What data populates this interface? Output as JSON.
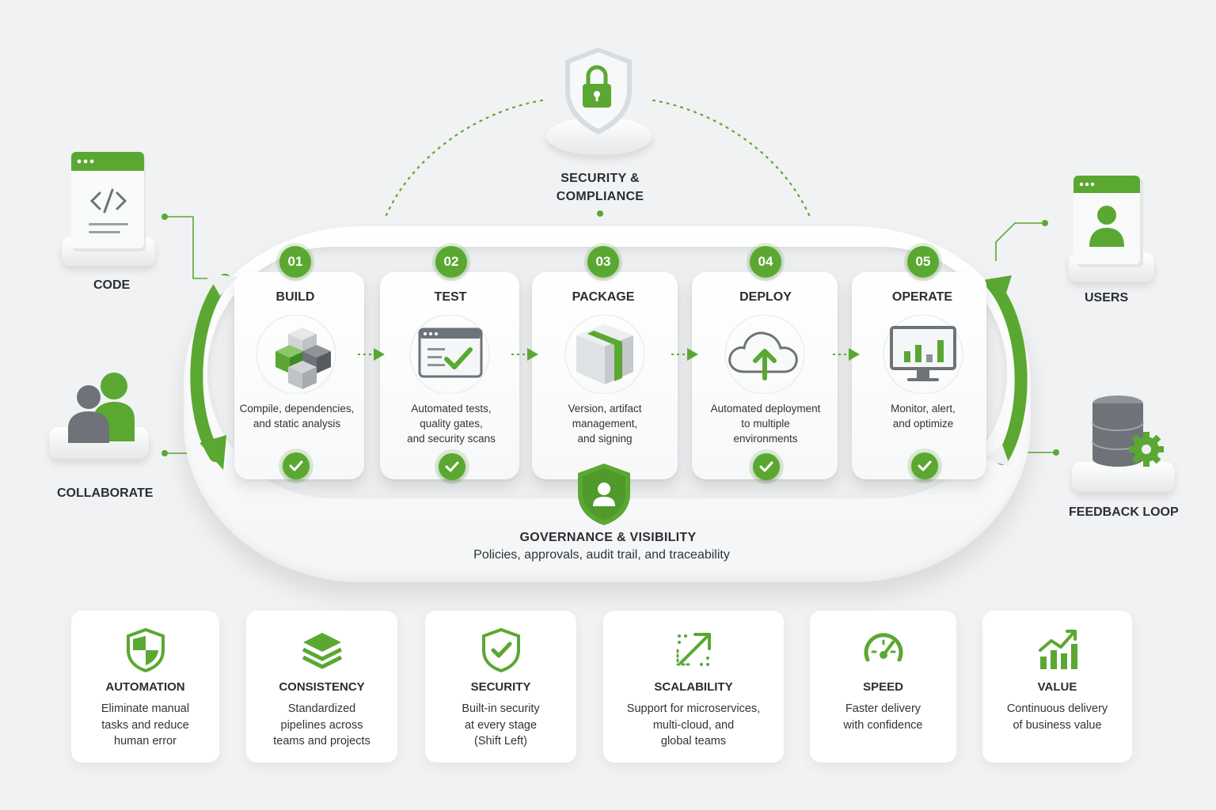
{
  "colors": {
    "accent": "#5aa832",
    "accent_dark": "#3f8a24",
    "gray": "#6d7378",
    "background": "#f1f2f3"
  },
  "security": {
    "title_line1": "SECURITY &",
    "title_line2": "COMPLIANCE",
    "icon": "shield-lock-icon"
  },
  "side_nodes": {
    "code": {
      "label": "CODE",
      "icon": "code-window-icon"
    },
    "collaborate": {
      "label": "COLLABORATE",
      "icon": "people-icon"
    },
    "users": {
      "label": "USERS",
      "icon": "user-window-icon"
    },
    "feedback": {
      "label": "FEEDBACK LOOP",
      "icon": "database-gear-icon"
    }
  },
  "stages": [
    {
      "num": "01",
      "title": "BUILD",
      "desc_lines": [
        "Compile, dependencies,",
        "and static analysis"
      ],
      "icon": "cubes-icon"
    },
    {
      "num": "02",
      "title": "TEST",
      "desc_lines": [
        "Automated tests,",
        "quality gates,",
        "and security scans"
      ],
      "icon": "test-window-icon"
    },
    {
      "num": "03",
      "title": "PACKAGE",
      "desc_lines": [
        "Version, artifact",
        "management,",
        "and signing"
      ],
      "icon": "package-box-icon"
    },
    {
      "num": "04",
      "title": "DEPLOY",
      "desc_lines": [
        "Automated deployment",
        "to multiple",
        "environments"
      ],
      "icon": "cloud-upload-icon"
    },
    {
      "num": "05",
      "title": "OPERATE",
      "desc_lines": [
        "Monitor, alert,",
        "and optimize"
      ],
      "icon": "monitor-chart-icon"
    }
  ],
  "governance": {
    "title": "GOVERNANCE & VISIBILITY",
    "subtitle": "Policies, approvals, audit trail, and traceability",
    "icon": "shield-user-icon"
  },
  "benefits": [
    {
      "title": "AUTOMATION",
      "desc_lines": [
        "Eliminate manual",
        "tasks and reduce",
        "human error"
      ],
      "icon": "shield-half-icon"
    },
    {
      "title": "CONSISTENCY",
      "desc_lines": [
        "Standardized",
        "pipelines across",
        "teams and projects"
      ],
      "icon": "layers-icon"
    },
    {
      "title": "SECURITY",
      "desc_lines": [
        "Built-in security",
        "at every stage",
        "(Shift Left)"
      ],
      "icon": "shield-check-icon"
    },
    {
      "title": "SCALABILITY",
      "desc_lines": [
        "Support for microservices,",
        "multi-cloud, and",
        "global teams"
      ],
      "icon": "expand-arrows-icon"
    },
    {
      "title": "SPEED",
      "desc_lines": [
        "Faster delivery",
        "with confidence"
      ],
      "icon": "speedometer-icon"
    },
    {
      "title": "VALUE",
      "desc_lines": [
        "Continuous delivery",
        "of business value"
      ],
      "icon": "growth-chart-icon"
    }
  ]
}
